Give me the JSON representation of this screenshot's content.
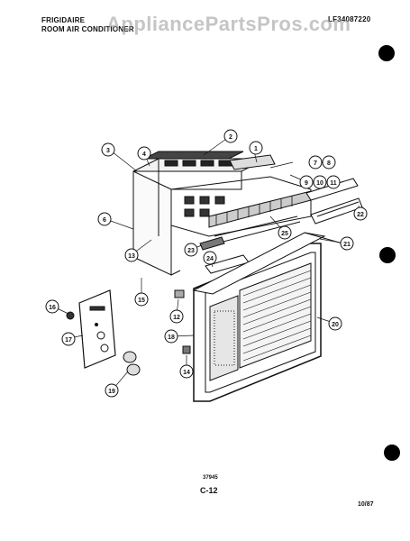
{
  "header": {
    "brand_line1": "FRIGIDAIRE",
    "brand_line2": "ROOM AIR CONDITIONER",
    "model": "LF34087220"
  },
  "watermark": "AppliancePartsPros.com",
  "footer": {
    "figure_id": "37945",
    "page": "C-12",
    "date": "10/87"
  },
  "callouts": [
    "1",
    "2",
    "3",
    "4",
    "6",
    "7",
    "8",
    "9",
    "10",
    "11",
    "12",
    "13",
    "14",
    "15",
    "16",
    "17",
    "18",
    "19",
    "20",
    "21",
    "22",
    "23",
    "24",
    "25"
  ]
}
